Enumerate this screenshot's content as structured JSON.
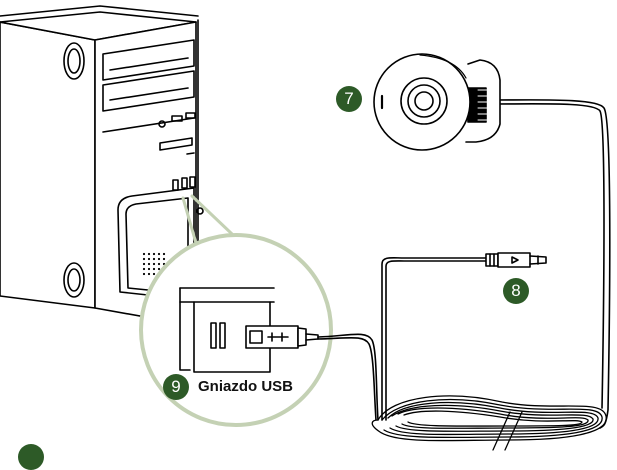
{
  "callouts": [
    {
      "number": "7"
    },
    {
      "number": "8"
    },
    {
      "number": "9",
      "label": "Gniazdo USB"
    }
  ],
  "colors": {
    "badge": "#2d5a27",
    "outline": "#000000",
    "zoom_circle": "#c4d1b4",
    "background": "#ffffff"
  }
}
